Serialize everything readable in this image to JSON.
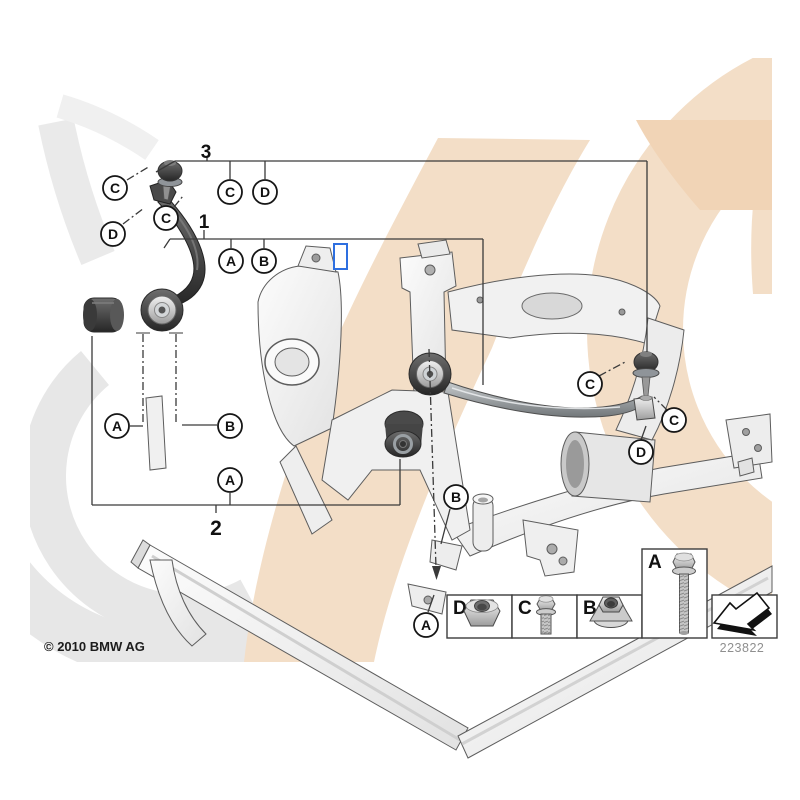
{
  "diagram": {
    "copyright": "© 2010 BMW AG",
    "diagram_number": "223822",
    "group_labels": [
      {
        "label": "3"
      },
      {
        "label": "1"
      },
      {
        "label": "2"
      }
    ],
    "callouts": [
      {
        "letter": "C"
      },
      {
        "letter": "D"
      },
      {
        "letter": "C"
      },
      {
        "letter": "C"
      },
      {
        "letter": "D"
      },
      {
        "letter": "A"
      },
      {
        "letter": "B"
      },
      {
        "letter": "A"
      },
      {
        "letter": "B"
      },
      {
        "letter": "A"
      },
      {
        "letter": "B"
      },
      {
        "letter": "A"
      },
      {
        "letter": "C"
      },
      {
        "letter": "C"
      },
      {
        "letter": "D"
      }
    ],
    "legend": {
      "items": [
        {
          "key": "D",
          "part": "hex-nut"
        },
        {
          "key": "C",
          "part": "short-flange-bolt"
        },
        {
          "key": "B",
          "part": "flange-nut"
        },
        {
          "key": "A",
          "part": "long-flange-bolt"
        }
      ],
      "arrow": "direction-arrow"
    },
    "colors": {
      "band_beige": "#f3dec7",
      "band_tan": "#f1d4b6",
      "arc_grey": "#e7e7e7",
      "accent_blue": "#2e6fe0"
    }
  }
}
